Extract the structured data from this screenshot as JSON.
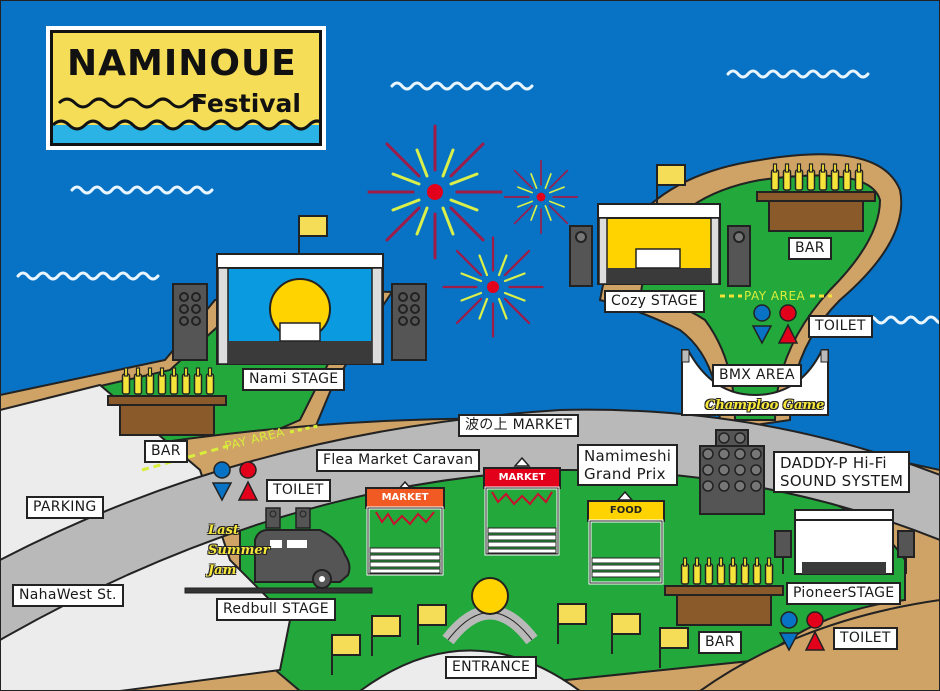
{
  "logo": {
    "title": "NAMINOUE",
    "subtitle": "Festival"
  },
  "colors": {
    "sea": "#0872c4",
    "grass": "#23a83c",
    "sand": "#cfa266",
    "road": "#b9b9b9",
    "parking": "#ececec",
    "stage_screen_blue": "#0a9ae0",
    "stage_yellow": "#ffd300",
    "bar_brown": "#8b5a2b",
    "bottle_yellow": "#f6e43a",
    "flag_yellow": "#f6dd57",
    "firework_red": "#e3001b",
    "firework_maroon": "#a01c48",
    "firework_yellow": "#d9f04a",
    "toilet_blue": "#0872c4",
    "toilet_red": "#e3001b",
    "market_orange": "#f15a22",
    "market_red": "#e3001b",
    "food_yellow": "#ffd300"
  },
  "stages": {
    "nami": "Nami STAGE",
    "cozy": "Cozy STAGE",
    "redbull": "Redbull STAGE",
    "pioneer": "PioneerSTAGE"
  },
  "areas": {
    "bar_left": "BAR",
    "bar_top_right": "BAR",
    "bar_bottom": "BAR",
    "toilet_left": "TOILET",
    "toilet_right_top": "TOILET",
    "toilet_bottom": "TOILET",
    "bmx": "BMX AREA",
    "champloo": "Champloo Game",
    "market_main": "波の上 MARKET",
    "flea_market": "Flea Market Caravan",
    "namimeshi": "Namimeshi\nGrand Prix",
    "daddy_p": "DADDY-P Hi-Fi\nSOUND SYSTEM",
    "parking": "PARKING",
    "naha_west": "NahaWest St.",
    "entrance": "ENTRANCE",
    "last_summer_jam": "Last\nSummer\nJam",
    "pay_area_left": "PAY AREA",
    "pay_area_right": "PAY AREA"
  },
  "booths": {
    "market_orange": "MARKET",
    "market_red": "MARKET",
    "food": "FOOD"
  }
}
